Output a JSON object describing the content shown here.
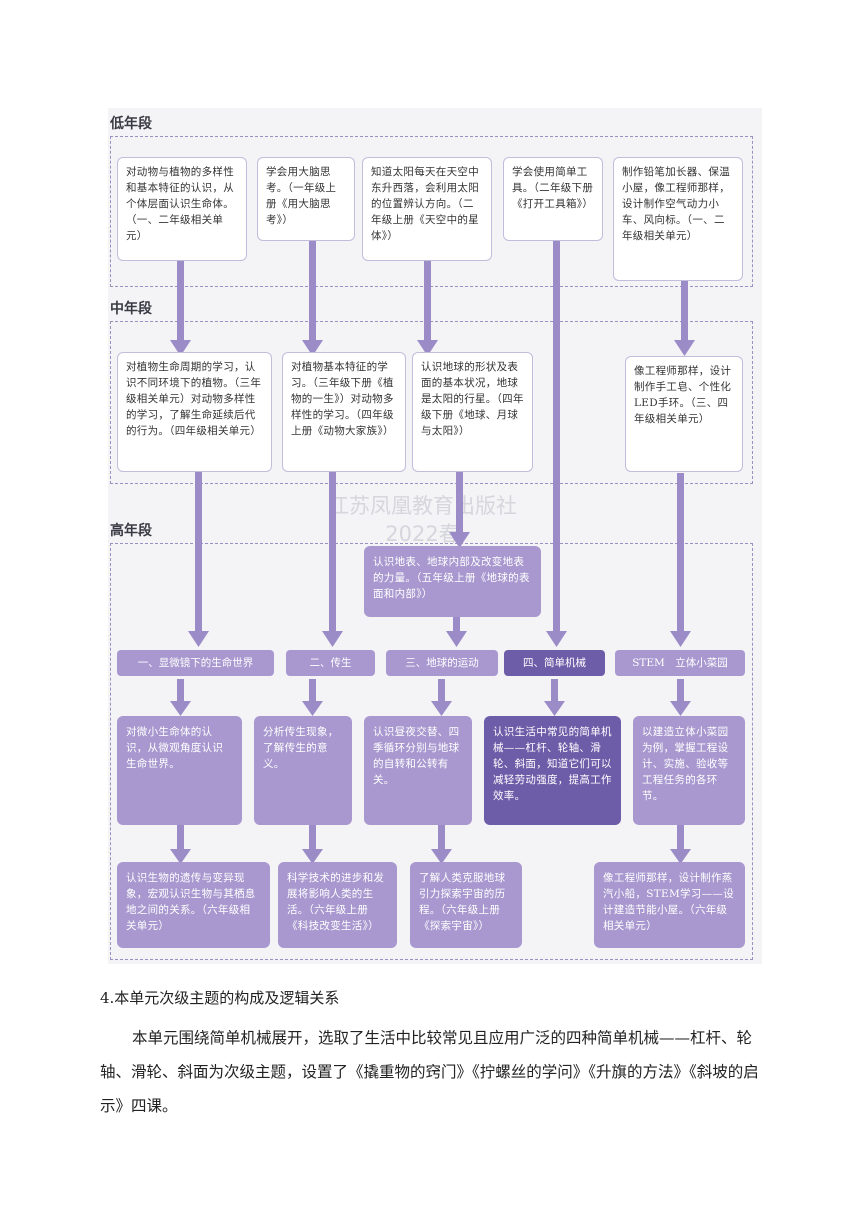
{
  "diagram": {
    "sections": {
      "low": "低年段",
      "mid": "中年段",
      "high": "高年段"
    },
    "low_boxes": [
      "对动物与植物的多样性和基本特征的认识，从个体层面认识生命体。（一、二年级相关单元）",
      "学会用大脑思考。（一年级上册《用大脑思考》）",
      "知道太阳每天在天空中东升西落，会利用太阳的位置辨认方向。（二年级上册《天空中的星体》）",
      "学会使用简单工具。（二年级下册《打开工具箱》）",
      "制作铅笔加长器、保温小屋，像工程师那样，设计制作空气动力小车、风向标。（一、二年级相关单元）"
    ],
    "mid_boxes": [
      "对植物生命周期的学习，认识不同环境下的植物。（三年级相关单元）对动物多样性的学习，了解生命延续后代的行为。（四年级相关单元）",
      "对植物基本特征的学习。（三年级下册《植物的一生》）对动物多样性的学习。（四年级上册《动物大家族》）",
      "认识地球的形状及表面的基本状况，地球是太阳的行星。（四年级下册《地球、月球与太阳》）",
      "像工程师那样，设计制作手工皂、个性化LED手环。（三、四年级相关单元）"
    ],
    "high_intro": "认识地表、地球内部及改变地表的力量。（五年级上册《地球的表面和内部》）",
    "topics": [
      "一、显微镜下的生命世界",
      "二、传生",
      "三、地球的运动",
      "四、简单机械",
      "STEM　立体小菜园"
    ],
    "high_boxes": [
      "对微小生命体的认识，从微观角度认识生命世界。",
      "分析传生现象，了解传生的意义。",
      "认识昼夜交替、四季循环分别与地球的自转和公转有关。",
      "认识生活中常见的简单机械——杠杆、轮轴、滑轮、斜面，知道它们可以减轻劳动强度，提高工作效率。",
      "以建造立体小菜园为例，掌握工程设计、实施、验收等工程任务的各环节。"
    ],
    "bottom_boxes": [
      "认识生物的遗传与变异现象，宏观认识生物与其栖息地之间的关系。（六年级相关单元）",
      "科学技术的进步和发展将影响人类的生活。（六年级上册《科技改变生活》）",
      "了解人类克服地球引力探索宇宙的历程。（六年级上册《探索宇宙》）",
      "像工程师那样，设计制作蒸汽小船，STEM学习——设计建造节能小屋。（六年级相关单元）"
    ],
    "watermark": [
      "江苏凤凰教育出版社",
      "2022春"
    ]
  },
  "heading": "4.本单元次级主题的构成及逻辑关系",
  "paragraph": "本单元围绕简单机械展开，选取了生活中比较常见且应用广泛的四种简单机械——杠杆、轮轴、滑轮、斜面为次级主题，设置了《撬重物的窍门》《拧螺丝的学问》《升旗的方法》《斜坡的启示》四课。",
  "colors": {
    "purple": "#a898cf",
    "dark_purple": "#6d5ca8",
    "arrow": "#9b8cc8"
  }
}
